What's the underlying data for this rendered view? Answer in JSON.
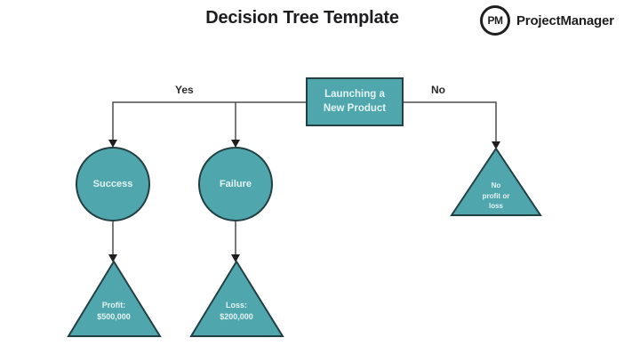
{
  "page": {
    "title": "Decision Tree Template"
  },
  "brand": {
    "monogram": "PM",
    "name": "ProjectManager"
  },
  "colors": {
    "node_fill": "#4fa7ad",
    "node_border": "#223f43",
    "node_text": "#e4f3f3",
    "connector_line": "#4d4d4d",
    "heading_text": "#1d1d1f"
  },
  "diagram": {
    "root": {
      "label": "Launching a\nNew Product"
    },
    "branches": {
      "yes": "Yes",
      "no": "No"
    },
    "nodes": {
      "success": {
        "label": "Success"
      },
      "failure": {
        "label": "Failure"
      },
      "no_profit": {
        "label": "No\nprofit or\nloss"
      },
      "profit": {
        "label": "Profit:\n$500,000"
      },
      "loss": {
        "label": "Loss:\n$200,000"
      }
    }
  }
}
